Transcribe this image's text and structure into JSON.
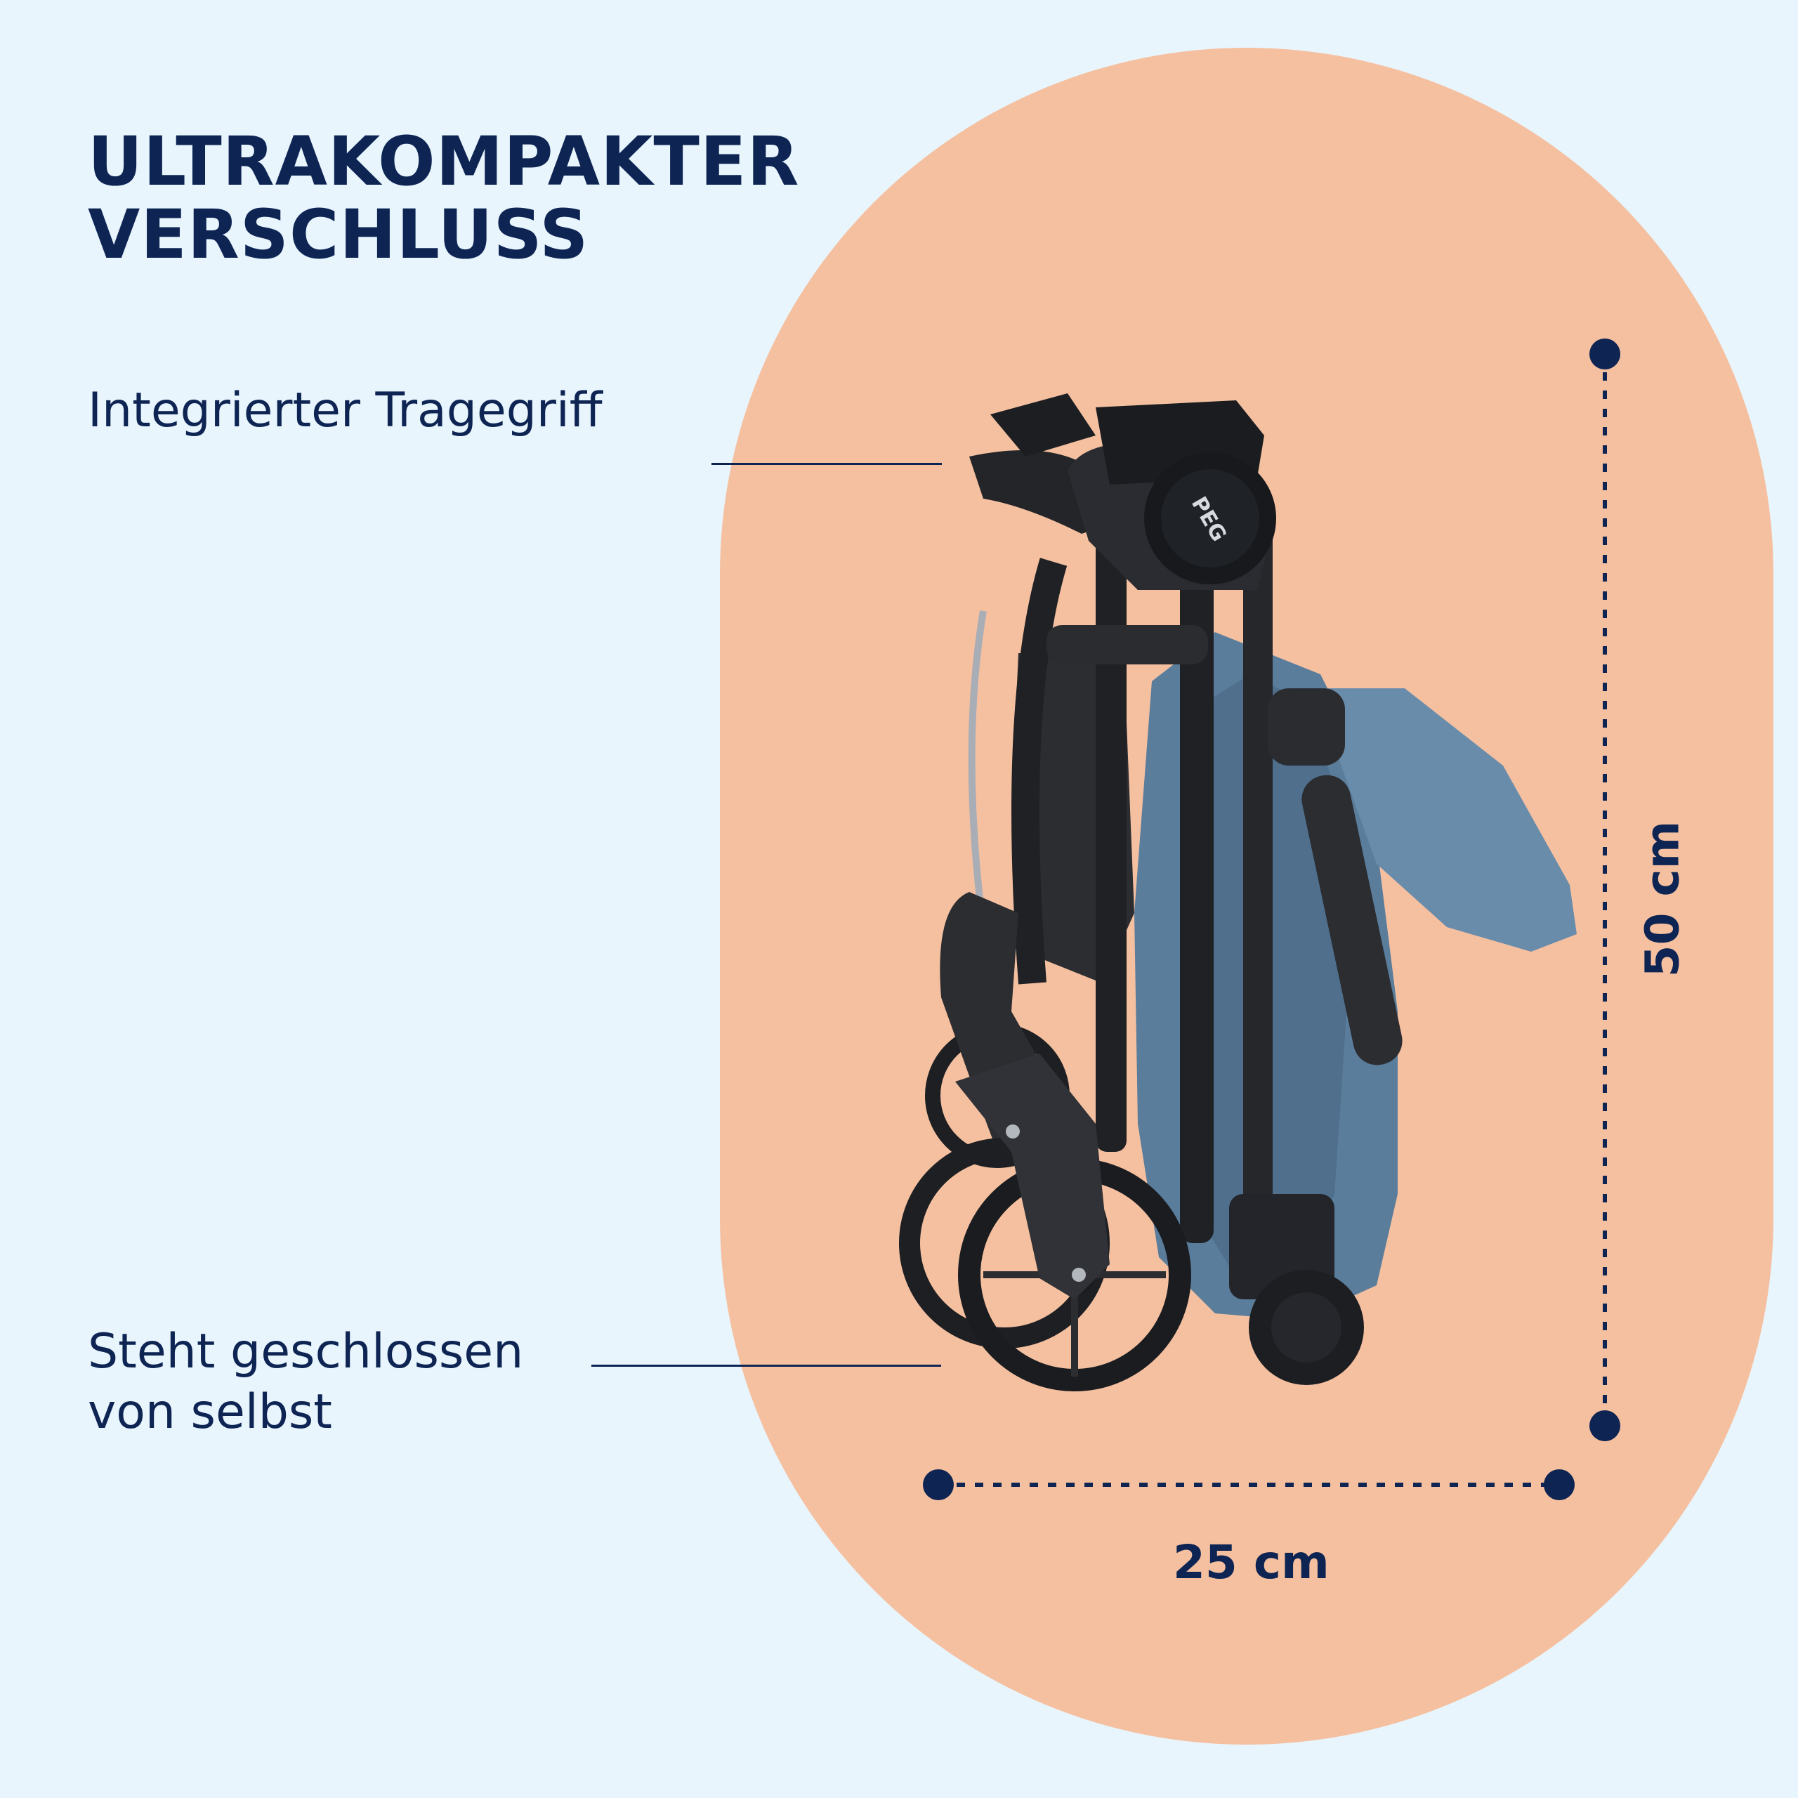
{
  "title": {
    "line1": "ULTRAKOMPAKTER",
    "line2": "VERSCHLUSS"
  },
  "callouts": {
    "handle": {
      "text": "Integrierter Tragegriff"
    },
    "stand": {
      "line1": "Steht geschlossen",
      "line2": "von selbst"
    }
  },
  "dimensions": {
    "width": "25 cm",
    "height": "50 cm"
  },
  "product": {
    "logo_text": "PEG"
  },
  "colors": {
    "background": "#e8f5fd",
    "pill": "#f5c0a0",
    "navy": "#0e2453",
    "fabric": "#5d7f9e",
    "frame": "#222428"
  }
}
